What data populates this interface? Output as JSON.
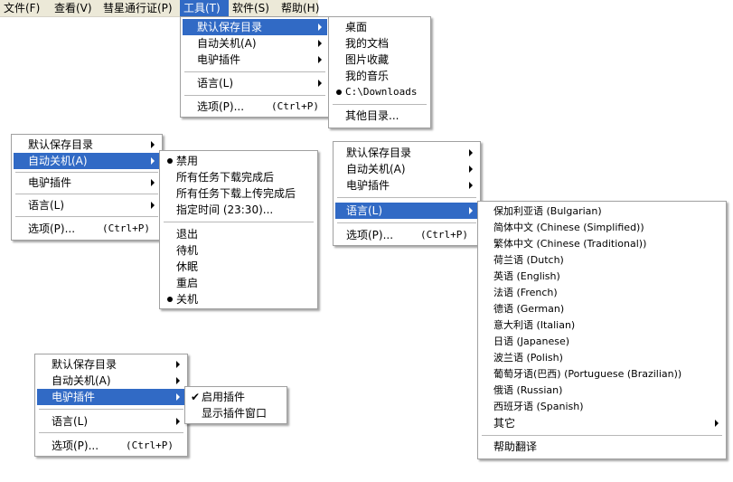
{
  "menubar": {
    "items": [
      "文件(F)",
      "查看(V)",
      "彗星通行证(P)",
      "工具(T)",
      "软件(S)",
      "帮助(H)"
    ]
  },
  "tools_menu": {
    "items": [
      "默认保存目录",
      "自动关机(A)",
      "电驴插件",
      "语言(L)",
      "选项(P)..."
    ],
    "options_shortcut": "(Ctrl+P)"
  },
  "save_dir_submenu": {
    "items": [
      "桌面",
      "我的文档",
      "图片收藏",
      "我的音乐",
      "C:\\Downloads",
      "其他目录..."
    ]
  },
  "menu2": {
    "items": [
      "默认保存目录",
      "自动关机(A)",
      "电驴插件",
      "语言(L)",
      "选项(P)..."
    ],
    "options_shortcut": "(Ctrl+P)"
  },
  "shutdown_submenu": {
    "items": [
      "禁用",
      "所有任务下载完成后",
      "所有任务下载上传完成后",
      "指定时间 (23:30)...",
      "退出",
      "待机",
      "休眠",
      "重启",
      "关机"
    ]
  },
  "menu3": {
    "items": [
      "默认保存目录",
      "自动关机(A)",
      "电驴插件",
      "语言(L)",
      "选项(P)..."
    ],
    "options_shortcut": "(Ctrl+P)"
  },
  "language_submenu": {
    "items": [
      "保加利亚语 (Bulgarian)",
      "简体中文 (Chinese (Simplified))",
      "繁体中文 (Chinese (Traditional))",
      "荷兰语 (Dutch)",
      "英语 (English)",
      "法语 (French)",
      "德语 (German)",
      "意大利语 (Italian)",
      "日语 (Japanese)",
      "波兰语 (Polish)",
      "葡萄牙语(巴西) (Portuguese (Brazilian))",
      "俄语 (Russian)",
      "西班牙语 (Spanish)",
      "其它",
      "帮助翻译"
    ]
  },
  "menu4": {
    "items": [
      "默认保存目录",
      "自动关机(A)",
      "电驴插件",
      "语言(L)",
      "选项(P)..."
    ],
    "options_shortcut": "(Ctrl+P)"
  },
  "emule_submenu": {
    "items": [
      "启用插件",
      "显示插件窗口"
    ]
  }
}
